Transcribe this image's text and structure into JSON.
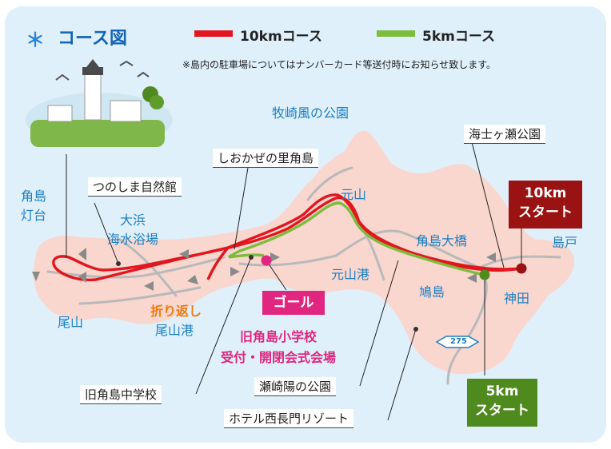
{
  "title": "コース図",
  "title_mark": "＊",
  "legend": [
    {
      "label": "10kmコース",
      "color": "#e2161f"
    },
    {
      "label": "5kmコース",
      "color": "#7cbd3c"
    }
  ],
  "note": "※島内の駐車場についてはナンバーカード等送付時にお知らせ致します。",
  "colors": {
    "sea": "#dff0fa",
    "land": "#f9d7cf",
    "road": "#b9b9b9",
    "start10": "#9b1212",
    "start5": "#4f8a1f",
    "goal": "#e0267f",
    "map_text": "#1b7fc4"
  },
  "places": {
    "makizaki": "牧崎風の公園",
    "shioseze": "海士ヶ瀬公園",
    "lighthouse_1": "角島",
    "lighthouse_2": "灯台",
    "tsunoshima_museum": "つのしま自然館",
    "satotsunoshima": "しおかぜの里角島",
    "motoyama": "元山",
    "ohama_1": "大浜",
    "ohama_2": "海水浴場",
    "bridge": "角島大橋",
    "shimado": "島戸",
    "motoyama_port": "元山港",
    "kanda": "神田",
    "hatoshima": "鳩島",
    "oyama": "尾山",
    "turnaround": "折り返し",
    "oyama_port": "尾山港",
    "old_school": "旧角島中学校",
    "sezaki_park": "瀬崎陽の公園",
    "hotel": "ホテル西長門リゾート",
    "route_number": "275"
  },
  "start10": {
    "line1": "10km",
    "line2": "スタート"
  },
  "start5": {
    "line1": "5km",
    "line2": "スタート"
  },
  "goal": {
    "label": "ゴール",
    "venue_1": "旧角島小学校",
    "venue_2": "受付・開閉会式会場"
  }
}
